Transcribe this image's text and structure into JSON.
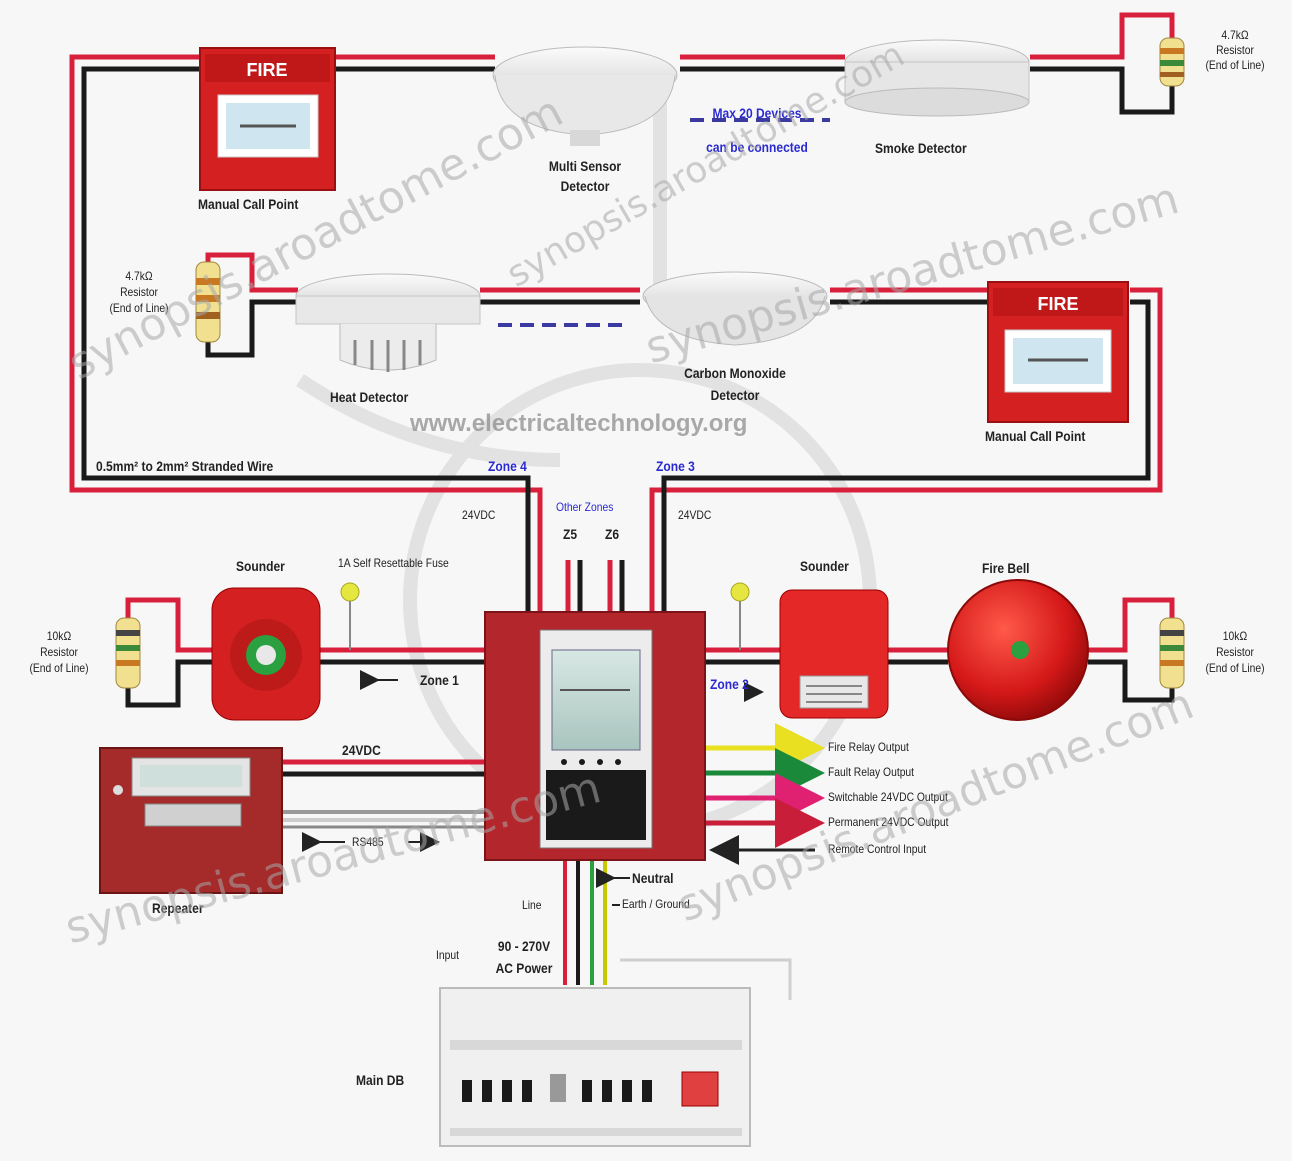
{
  "labels": {
    "mcp_top": "Manual Call Point",
    "multi_sensor": "Multi Sensor\nDetector",
    "max_devices": "Max 20 Devices\ncan be connected",
    "smoke_detector": "Smoke Detector",
    "resistor_top_right": "4.7kΩ\nResistor\n(End of Line)",
    "resistor_mid_left": "4.7kΩ\nResistor\n(End of Line)",
    "heat_detector": "Heat Detector",
    "co_detector": "Carbon Monoxide\nDetector",
    "mcp_right": "Manual Call Point",
    "website": "www.electricaltechnology.org",
    "wire": "0.5mm² to 2mm² Stranded Wire",
    "zone4": "Zone 4",
    "zone3": "Zone 3",
    "v24_left": "24VDC",
    "v24_right": "24VDC",
    "other_zones": "Other Zones",
    "z5": "Z5",
    "z6": "Z6",
    "sounder_left": "Sounder",
    "fuse": "1A Self Resettable Fuse",
    "sounder_right": "Sounder",
    "fire_bell": "Fire Bell",
    "resistor_left": "10kΩ\nResistor\n(End of Line)",
    "resistor_right": "10kΩ\nResistor\n(End of Line)",
    "zone1": "Zone 1",
    "zone2": "Zone 2",
    "v24_repeater": "24VDC",
    "rs485": "RS485",
    "repeater": "Repeater",
    "fire_relay": "Fire Relay Output",
    "fault_relay": "Fault Relay Output",
    "switchable": "Switchable 24VDC Output",
    "permanent": "Permanent 24VDC Output",
    "remote": "Remote Control Input",
    "neutral": "Neutral",
    "line": "Line",
    "earth": "Earth / Ground",
    "input": "Input",
    "ac_power": "90 - 270V\nAC Power",
    "main_db": "Main DB",
    "fire_sign": "FIRE"
  },
  "watermarks": {
    "text1": "synopsis.aroadtome.com",
    "text2": "synopsis.aroadtome.com",
    "text3": "synopsis.aroadtome.com",
    "text4": "synopsis.aroadtome.com",
    "text5": "synopsis.aroadtome.com"
  },
  "colors": {
    "wire_red": "#d8203c",
    "wire_black": "#1a1a1a",
    "panel_red": "#b3262b",
    "device_red": "#d42020",
    "relay_yellow": "#e8e020",
    "relay_green": "#1a8a3a",
    "relay_pink": "#e02070",
    "text_blue": "#2a2ad0"
  }
}
